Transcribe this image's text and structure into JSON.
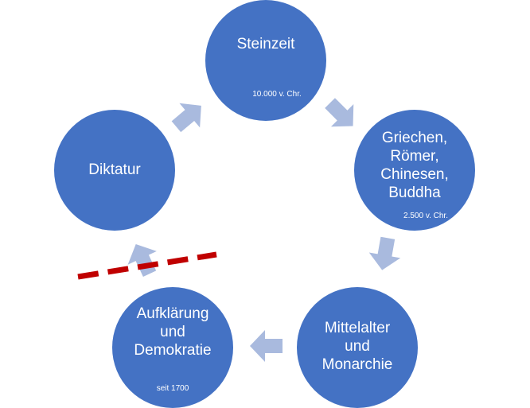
{
  "colors": {
    "node_fill": "#4472c4",
    "arrow_fill": "#a9bade",
    "barrier_line": "#c00000",
    "text": "#ffffff"
  },
  "nodes": [
    {
      "title": "Steinzeit",
      "subtitle": "10.000 v. Chr."
    },
    {
      "title": "Griechen,\nRömer,\nChinesen,\nBuddha",
      "subtitle": "2.500 v. Chr."
    },
    {
      "title": "Mittelalter\nund\nMonarchie",
      "subtitle": ""
    },
    {
      "title": "Aufklärung\nund\nDemokratie",
      "subtitle": "seit 1700"
    },
    {
      "title": "Diktatur",
      "subtitle": ""
    }
  ],
  "connectors": [
    {
      "from": "Steinzeit",
      "to": "Griechen, Römer, Chinesen, Buddha"
    },
    {
      "from": "Griechen, Römer, Chinesen, Buddha",
      "to": "Mittelalter und Monarchie"
    },
    {
      "from": "Mittelalter und Monarchie",
      "to": "Aufklärung und Demokratie"
    },
    {
      "from": "Aufklärung und Demokratie",
      "to": "Diktatur",
      "blocked": true
    },
    {
      "from": "Diktatur",
      "to": "Steinzeit"
    }
  ]
}
